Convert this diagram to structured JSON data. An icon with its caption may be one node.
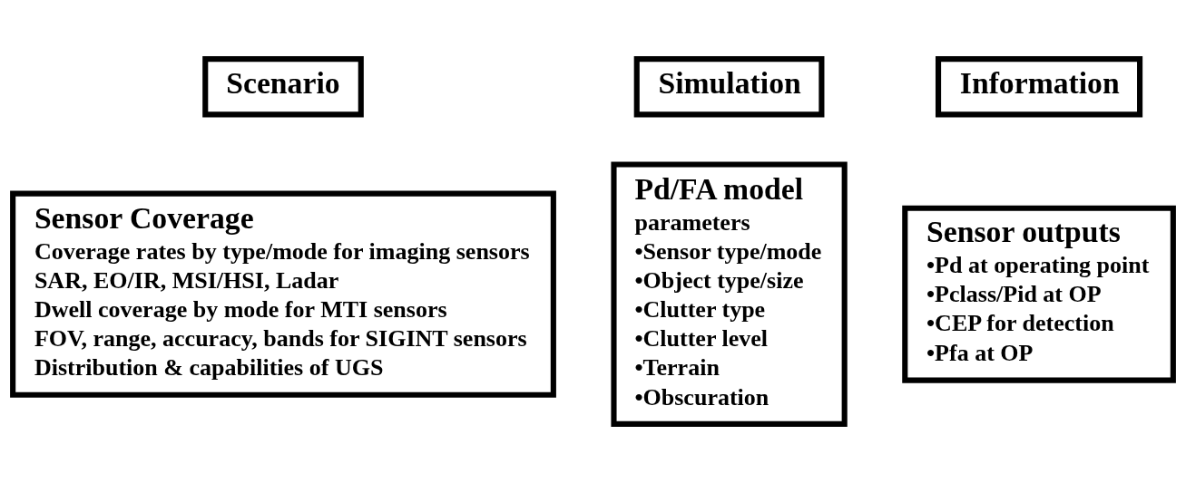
{
  "diagram": {
    "nodes": [
      {
        "text": [
          "Scenario"
        ]
      },
      {
        "text": [
          "Simulation"
        ]
      },
      {
        "text": [
          "Information"
        ]
      },
      {
        "text": [
          "Sensor Coverage",
          "Coverage rates by type/mode for imaging sensors",
          "SAR, EO/IR, MSI/HSI, Ladar",
          "Dwell coverage by mode for MTI sensors",
          "FOV, range, accuracy, bands for SIGINT sensors",
          "Distribution & capabilities of UGS"
        ]
      },
      {
        "text": [
          "Pd/FA model",
          "parameters",
          "•Sensor type/mode",
          "•Object type/size",
          "•Clutter type",
          "•Clutter level",
          "•Terrain",
          "•Obscuration"
        ]
      },
      {
        "text": [
          "Sensor outputs",
          "•Pd at operating point",
          "•Pclass/Pid at OP",
          "•CEP for detection",
          "•Pfa at OP"
        ]
      }
    ],
    "edges": []
  }
}
